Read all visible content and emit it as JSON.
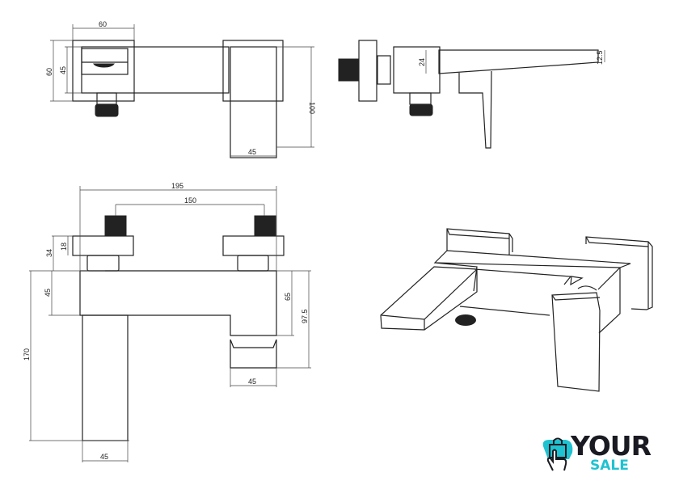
{
  "top_view": {
    "dims": {
      "width_top": "60",
      "height_left": "60",
      "inner_left": "45",
      "height_right": "100",
      "spout_width": "45"
    }
  },
  "side_view": {
    "dims": {
      "body": "24",
      "spout_tip": "12.5"
    }
  },
  "front_view": {
    "dims": {
      "overall": "195",
      "centers": "150",
      "flange": "18",
      "connector": "34",
      "body": "45",
      "total_height": "170",
      "spout_drop": "65",
      "outlet_height": "97.5",
      "outlet_width": "45",
      "pipe_width": "45"
    }
  },
  "logo": {
    "line1": "YOUR",
    "line2": "SALE",
    "colors": {
      "teal": "#1fc2d0",
      "dark": "#1a1a22"
    }
  }
}
